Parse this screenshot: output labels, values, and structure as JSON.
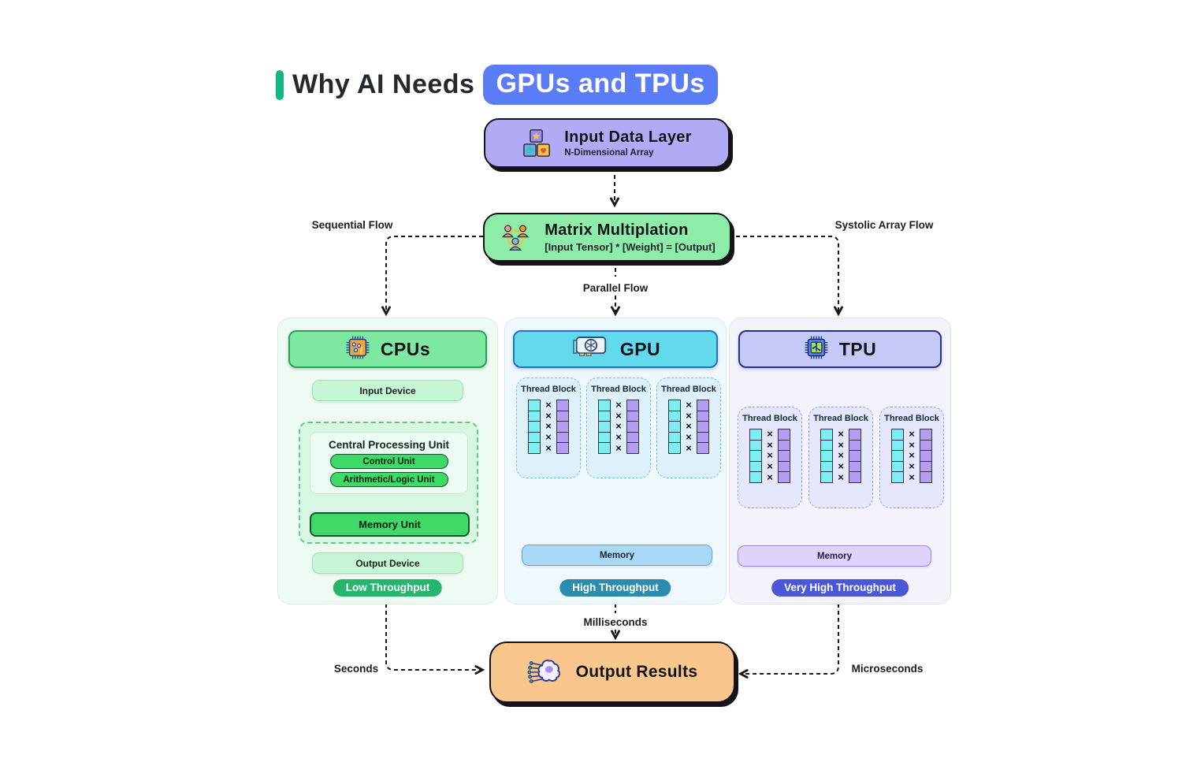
{
  "title": {
    "prefix": "Why AI Needs",
    "highlight": "GPUs and TPUs"
  },
  "input_layer": {
    "title": "Input Data Layer",
    "subtitle": "N-Dimensional Array"
  },
  "matrix": {
    "title": "Matrix Multiplation",
    "subtitle": "[Input Tensor] * [Weight] = [Output]"
  },
  "flow_labels": {
    "sequential": "Sequential Flow",
    "parallel": "Parallel Flow",
    "systolic": "Systolic Array Flow"
  },
  "cpu": {
    "header": "CPUs",
    "input_device": "Input Device",
    "unit_title": "Central Processing Unit",
    "control_unit": "Control Unit",
    "alu": "Arithmetic/Logic Unit",
    "memory_unit": "Memory Unit",
    "output_device": "Output Device",
    "throughput": "Low Throughput"
  },
  "gpu": {
    "header": "GPU",
    "thread_block": "Thread Block",
    "memory": "Memory",
    "throughput": "High Throughput"
  },
  "tpu": {
    "header": "TPU",
    "thread_block": "Thread Block",
    "memory": "Memory",
    "throughput": "Very High Throughput"
  },
  "output": {
    "title": "Output Results"
  },
  "timing": {
    "cpu": "Seconds",
    "gpu": "Milliseconds",
    "tpu": "Microseconds"
  },
  "symbols": {
    "multiply": "×"
  },
  "thread_block_rows": 5,
  "colors": {
    "accent_green": "#12b886",
    "badge_blue": "#5b7cf7",
    "input_purple": "#b1aaf4",
    "matrix_green": "#8ceca8",
    "output_orange": "#f9c68e",
    "cyan_cell": "#7deef2",
    "purple_cell": "#b49cf2",
    "cpu_green": "#7fe8a0",
    "gpu_cyan": "#63d9ec",
    "tpu_lavender": "#c4c9f8"
  }
}
